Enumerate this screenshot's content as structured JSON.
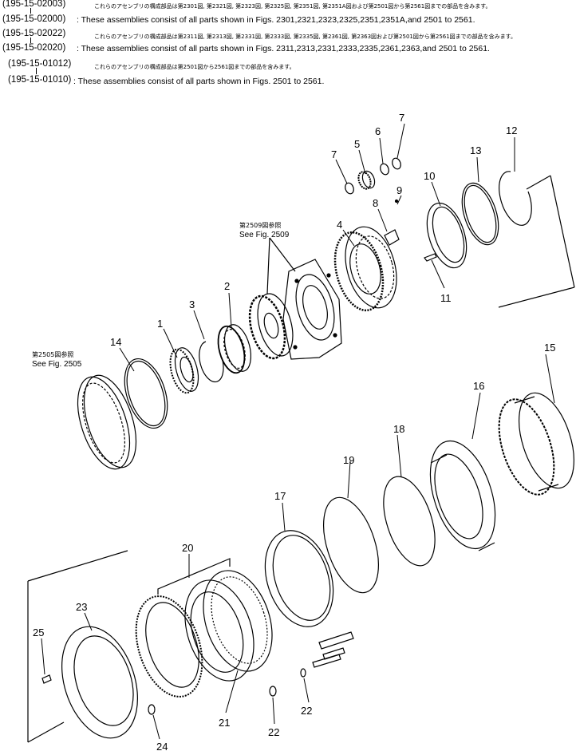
{
  "notes": [
    {
      "part_no": "(195-15-02003)",
      "jp": "これらのアセンブリの構成部品は第2301図, 第2321図, 第2323図, 第2325図, 第2351図, 第2351A図および第2501図から第2561図までの部品を含みます。"
    },
    {
      "part_no": "(195-15-02000)",
      "en": ": These assemblies consist of all parts shown in Figs. 2301,2321,2323,2325,2351,2351A,and 2501 to 2561."
    },
    {
      "part_no": "(195-15-02022)",
      "jp": "これらのアセンブリの構成部品は第2311図, 第2313図, 第2331図, 第2333図, 第2335図, 第2361図, 第2363図および第2501図から第2561図までの部品を含みます。"
    },
    {
      "part_no": "(195-15-02020)",
      "en": ": These assemblies consist of all parts shown in Figs. 2311,2313,2331,2333,2335,2361,2363,and 2501 to 2561."
    },
    {
      "part_no": "(195-15-01012)",
      "jp": "これらのアセンブリの構成部品は第2501図から2561図までの部品を含みます。"
    },
    {
      "part_no": "(195-15-01010)",
      "en": ": These assemblies consist of all parts shown in Figs. 2501 to 2561."
    }
  ],
  "refs": {
    "fig2509_jp": "第2509図参照",
    "fig2509_en": "See Fig. 2509",
    "fig2505_jp": "第2505図参照",
    "fig2505_en": "See Fig. 2505"
  },
  "callouts": [
    "1",
    "2",
    "3",
    "4",
    "5",
    "6",
    "7",
    "7",
    "8",
    "9",
    "10",
    "11",
    "12",
    "13",
    "14",
    "15",
    "16",
    "17",
    "18",
    "19",
    "20",
    "21",
    "22",
    "22",
    "23",
    "24",
    "25"
  ]
}
